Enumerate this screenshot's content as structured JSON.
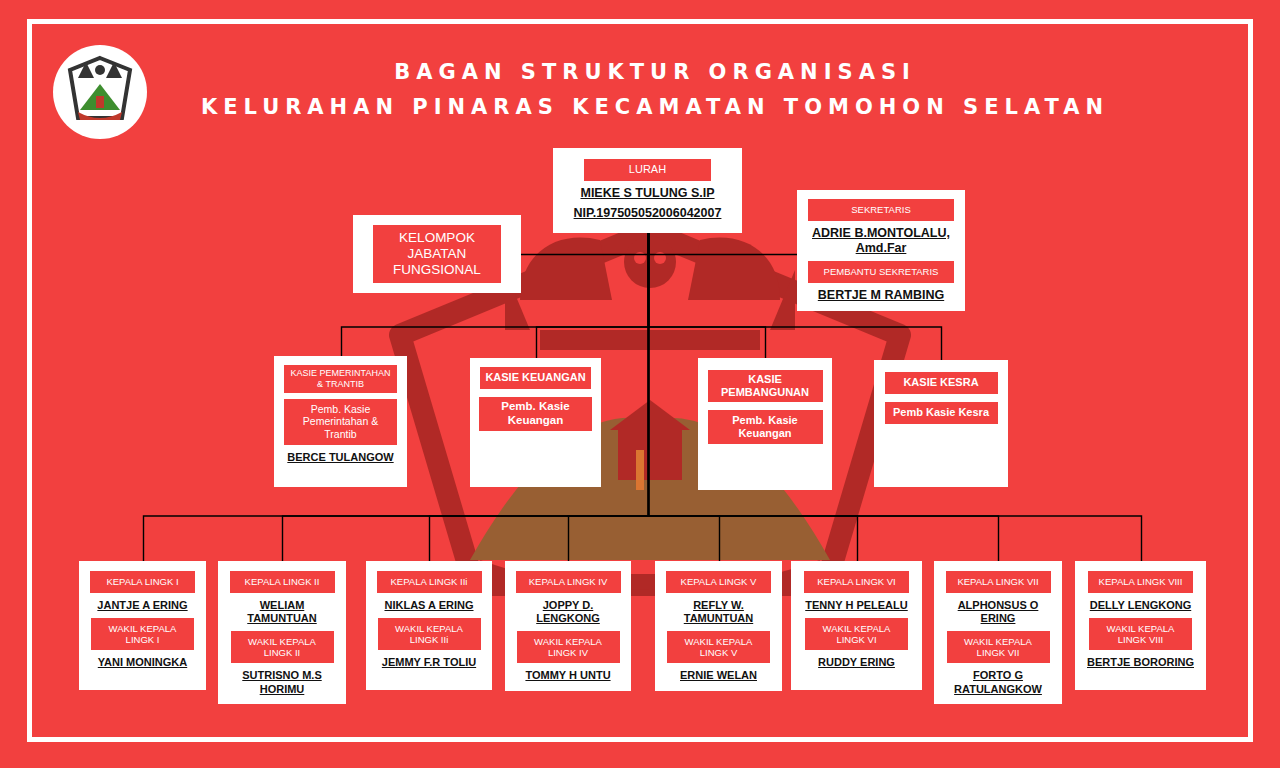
{
  "diagram": {
    "title": "BAGAN STRUKTUR ORGANISASI",
    "nodes": [
      {
        "text": [
          "MIEKE S TULUNG S.IP",
          "NIP.197505052006042007"
        ]
      },
      {
        "text": [
          "LURAH"
        ],
        "in": 0
      },
      {
        "text": []
      },
      {
        "text": [
          "KELOMPOK JABATAN FUNGSIONAL"
        ],
        "in": 2
      },
      {
        "text": [
          "ADRIE B.MONTOLALU, Amd.Far",
          "BERTJE M RAMBING"
        ]
      },
      {
        "text": [
          "SEKRETARIS"
        ],
        "in": 4
      },
      {
        "text": [
          "PEMBANTU SEKRETARIS"
        ],
        "in": 4
      },
      {
        "text": [
          "BERCE TULANGOW"
        ]
      },
      {
        "text": [
          "KASIE PEMERINTAHAN & TRANTIB"
        ],
        "in": 7
      },
      {
        "text": [
          "Pemb. Kasie Pemerintahan & Trantib"
        ],
        "in": 7
      },
      {
        "text": []
      },
      {
        "text": [
          "KASIE KEUANGAN"
        ],
        "in": 10
      },
      {
        "text": [
          "Pemb. Kasie Keuangan"
        ],
        "in": 10
      },
      {
        "text": []
      },
      {
        "text": [
          "KASIE PEMBANGUNAN"
        ],
        "in": 13
      },
      {
        "text": [
          "Pemb. Kasie Keuangan"
        ],
        "in": 13
      },
      {
        "text": []
      },
      {
        "text": [
          "KASIE KESRA"
        ],
        "in": 16
      },
      {
        "text": [
          "Pemb Kasie Kesra"
        ],
        "in": 16
      },
      {
        "text": [
          "JANTJE A ERING",
          "YANI MONINGKA"
        ]
      },
      {
        "text": [
          "KEPALA LINGK I"
        ],
        "in": 19
      },
      {
        "text": [
          "WAKIL KEPALA LINGK I"
        ],
        "in": 19
      },
      {
        "text": [
          "WELIAM TAMUNTUAN",
          "SUTRISNO M.S HORIMU"
        ]
      },
      {
        "text": [
          "KEPALA LINGK II"
        ],
        "in": 22
      },
      {
        "text": [
          "WAKIL KEPALA LINGK II"
        ],
        "in": 22
      },
      {
        "text": [
          "NIKLAS A ERING",
          "JEMMY F.R TOLIU"
        ]
      },
      {
        "text": [
          "KEPALA LINGK IIi"
        ],
        "in": 25
      },
      {
        "text": [
          "WAKIL KEPALA LINGK IIi"
        ],
        "in": 25
      },
      {
        "text": [
          "JOPPY D. LENGKONG",
          "TOMMY H UNTU"
        ]
      },
      {
        "text": [
          "KEPALA LINGK IV"
        ],
        "in": 28
      },
      {
        "text": [
          "WAKIL KEPALA LINGK IV"
        ],
        "in": 28
      },
      {
        "text": [
          "REFLY W. TAMUNTUAN",
          "ERNIE WELAN"
        ]
      },
      {
        "text": [
          "KEPALA LINGK V"
        ],
        "in": 31
      },
      {
        "text": [
          "WAKIL KEPALA LINGK V"
        ],
        "in": 31
      },
      {
        "text": [
          "TENNY H PELEALU",
          "RUDDY ERING"
        ]
      },
      {
        "text": [
          "KEPALA LINGK VI"
        ],
        "in": 34
      },
      {
        "text": [
          "WAKIL KEPALA LINGK VI"
        ],
        "in": 34
      },
      {
        "text": [
          "ALPHONSUS O ERING",
          "FORTO G RATULANGKOW"
        ]
      },
      {
        "text": [
          "KEPALA LINGK VII"
        ],
        "in": 37
      },
      {
        "text": [
          "WAKIL KEPALA LINGK VII"
        ],
        "in": 37
      },
      {
        "text": [
          "DELLY LENGKONG",
          "BERTJE BORORING"
        ]
      },
      {
        "text": [
          "KEPALA LINGK VIII"
        ],
        "in": 40
      },
      {
        "text": [
          "WAKIL KEPALA LINGK VIII"
        ],
        "in": 40
      }
    ],
    "edges": [
      {
        "from": 0,
        "to": 2,
        "arrow": "none"
      },
      {
        "from": 0,
        "to": 4,
        "arrow": "none"
      },
      {
        "from": 0,
        "to": 7,
        "arrow": "none"
      },
      {
        "from": 0,
        "to": 10,
        "arrow": "none"
      },
      {
        "from": 0,
        "to": 13,
        "arrow": "none"
      },
      {
        "from": 0,
        "to": 16,
        "arrow": "none"
      },
      {
        "from": 0,
        "to": 19,
        "arrow": "none"
      },
      {
        "from": 0,
        "to": 22,
        "arrow": "none"
      },
      {
        "from": 0,
        "to": 25,
        "arrow": "none"
      },
      {
        "from": 0,
        "to": 28,
        "arrow": "none"
      },
      {
        "from": 0,
        "to": 31,
        "arrow": "none"
      },
      {
        "from": 0,
        "to": 34,
        "arrow": "none"
      },
      {
        "from": 0,
        "to": 37,
        "arrow": "none"
      },
      {
        "from": 0,
        "to": 40,
        "arrow": "none"
      }
    ],
    "labels": [
      "KELURAHAN PINARAS KECAMATAN TOMOHON SELATAN"
    ]
  }
}
